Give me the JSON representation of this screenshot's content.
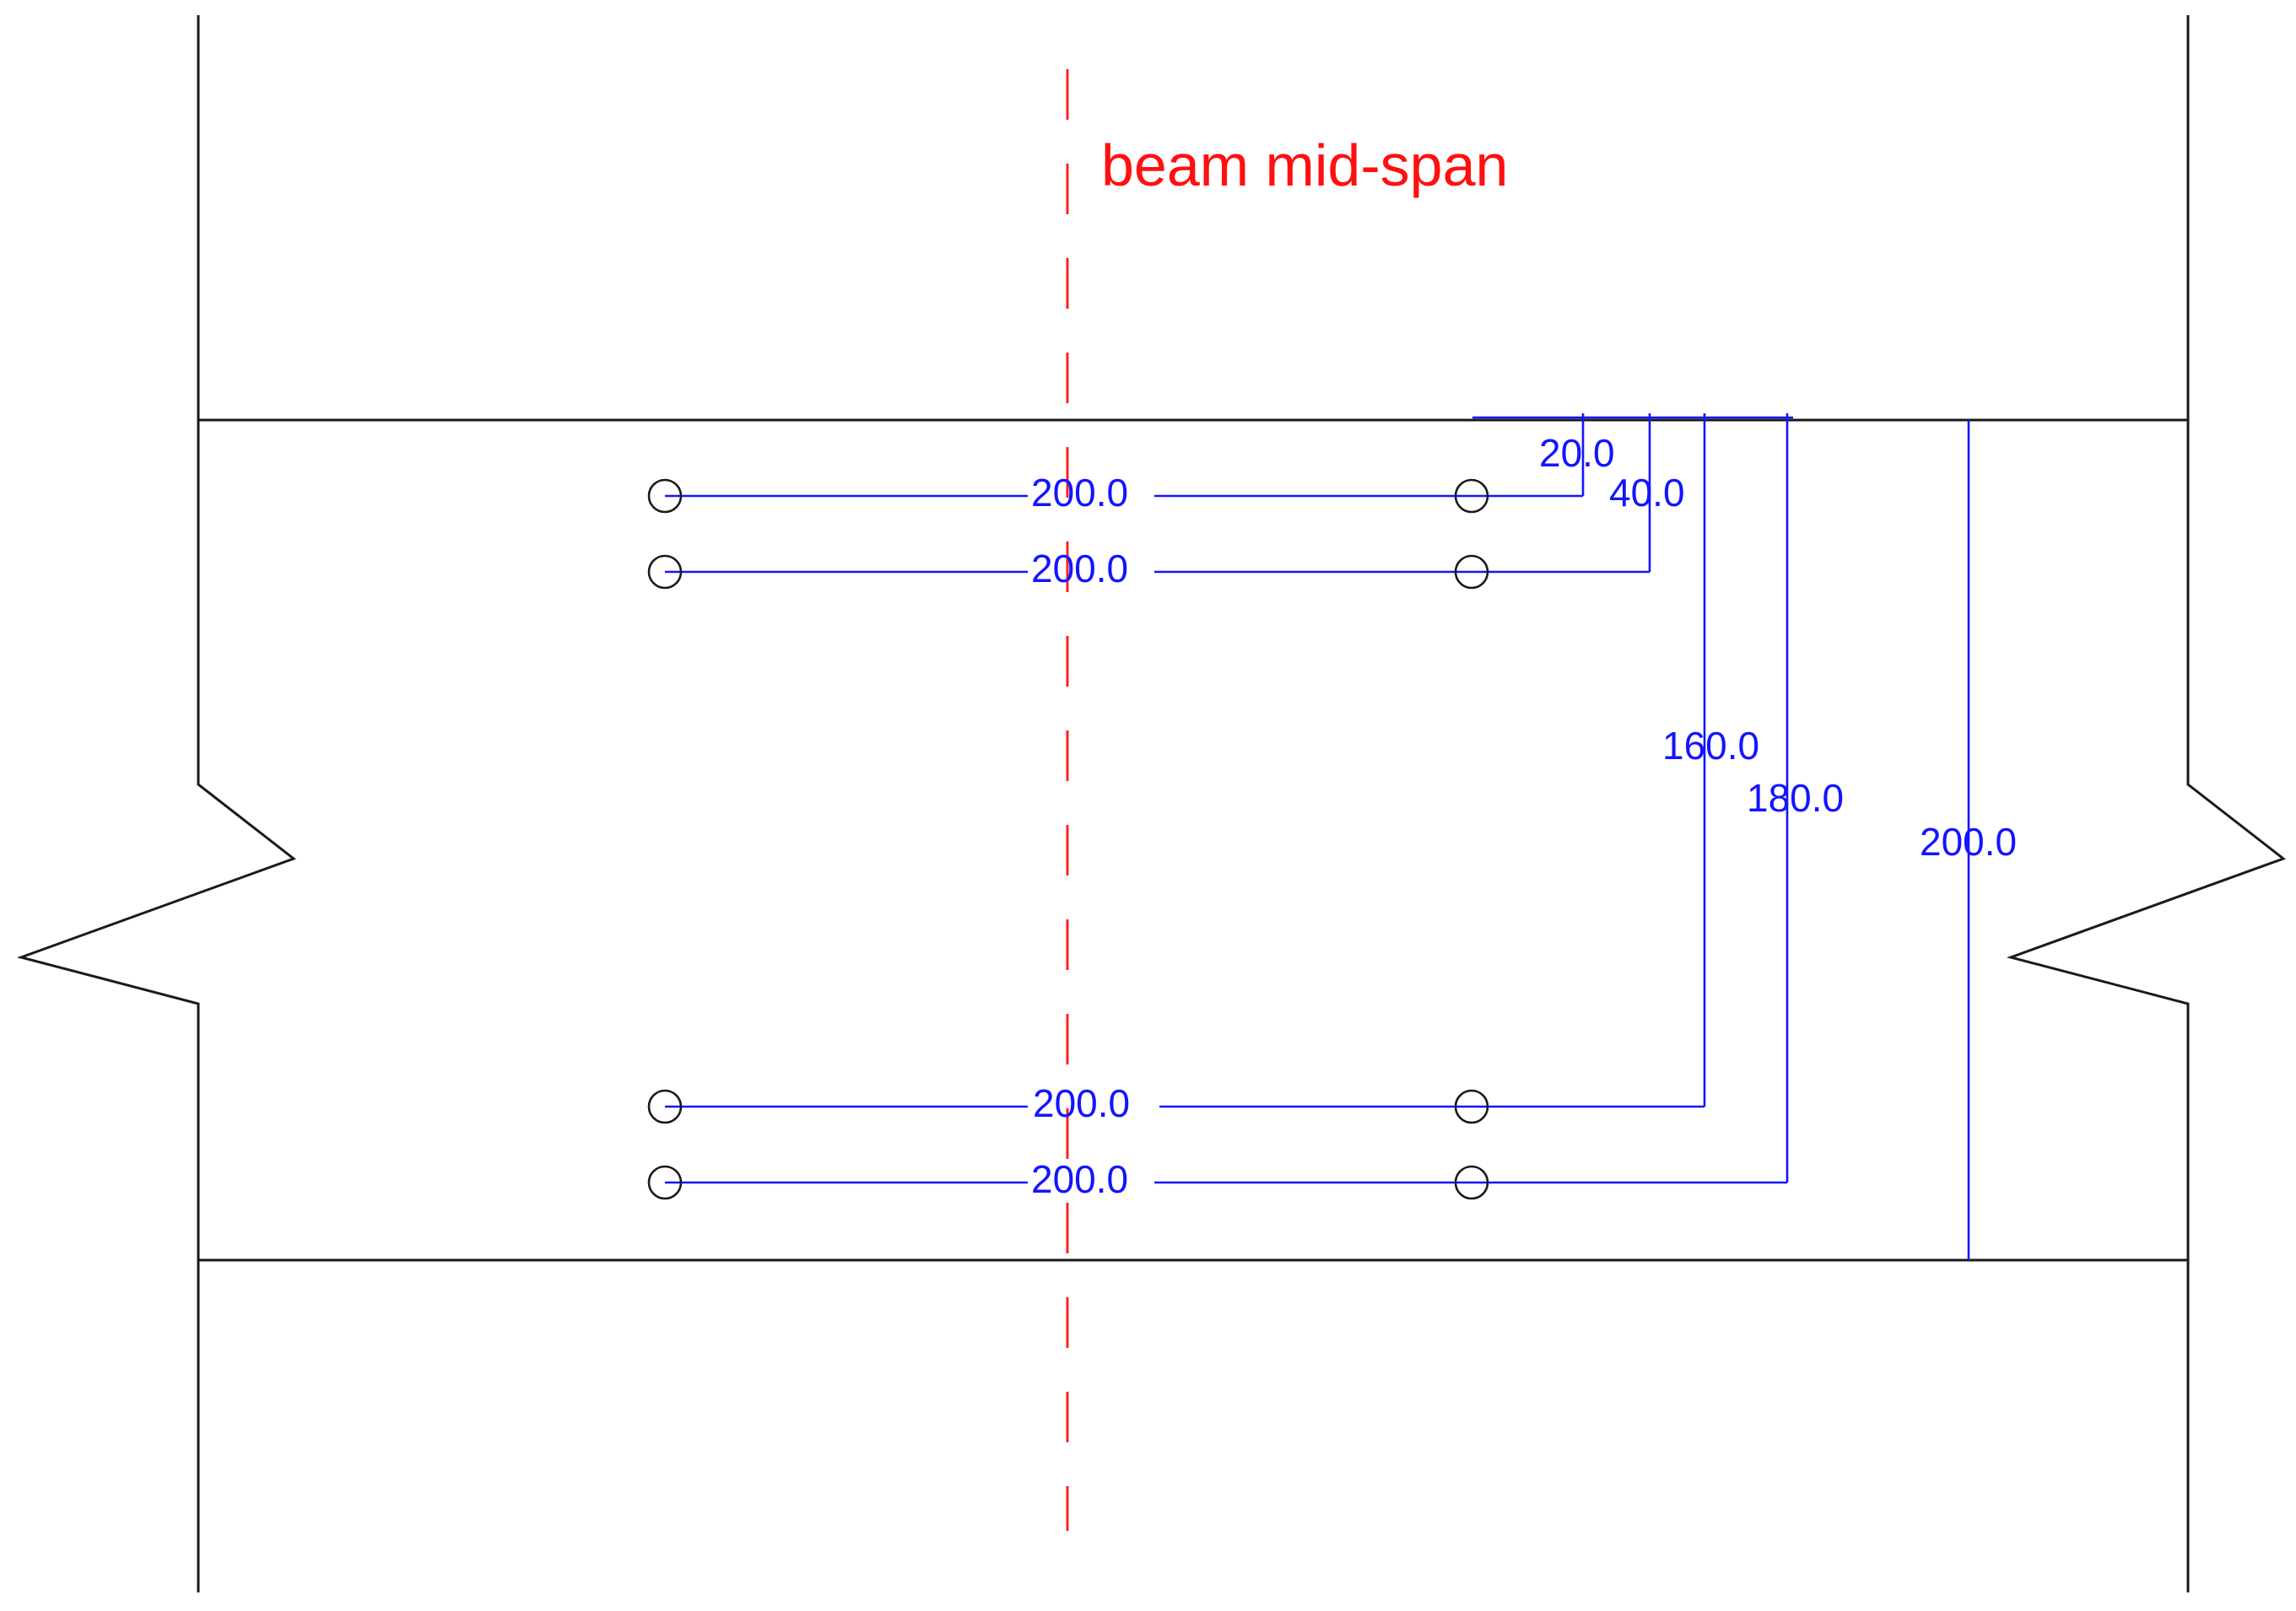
{
  "centerline_label": "beam mid-span",
  "horizontal_dimensions": [
    "200.0",
    "200.0",
    "200.0",
    "200.0"
  ],
  "vertical_dimensions": [
    "20.0",
    "40.0",
    "160.0",
    "180.0",
    "200.0"
  ],
  "colors": {
    "geometry": "#1a1a1a",
    "dimensions": "#1414ff",
    "centerline": "#ff2020"
  }
}
